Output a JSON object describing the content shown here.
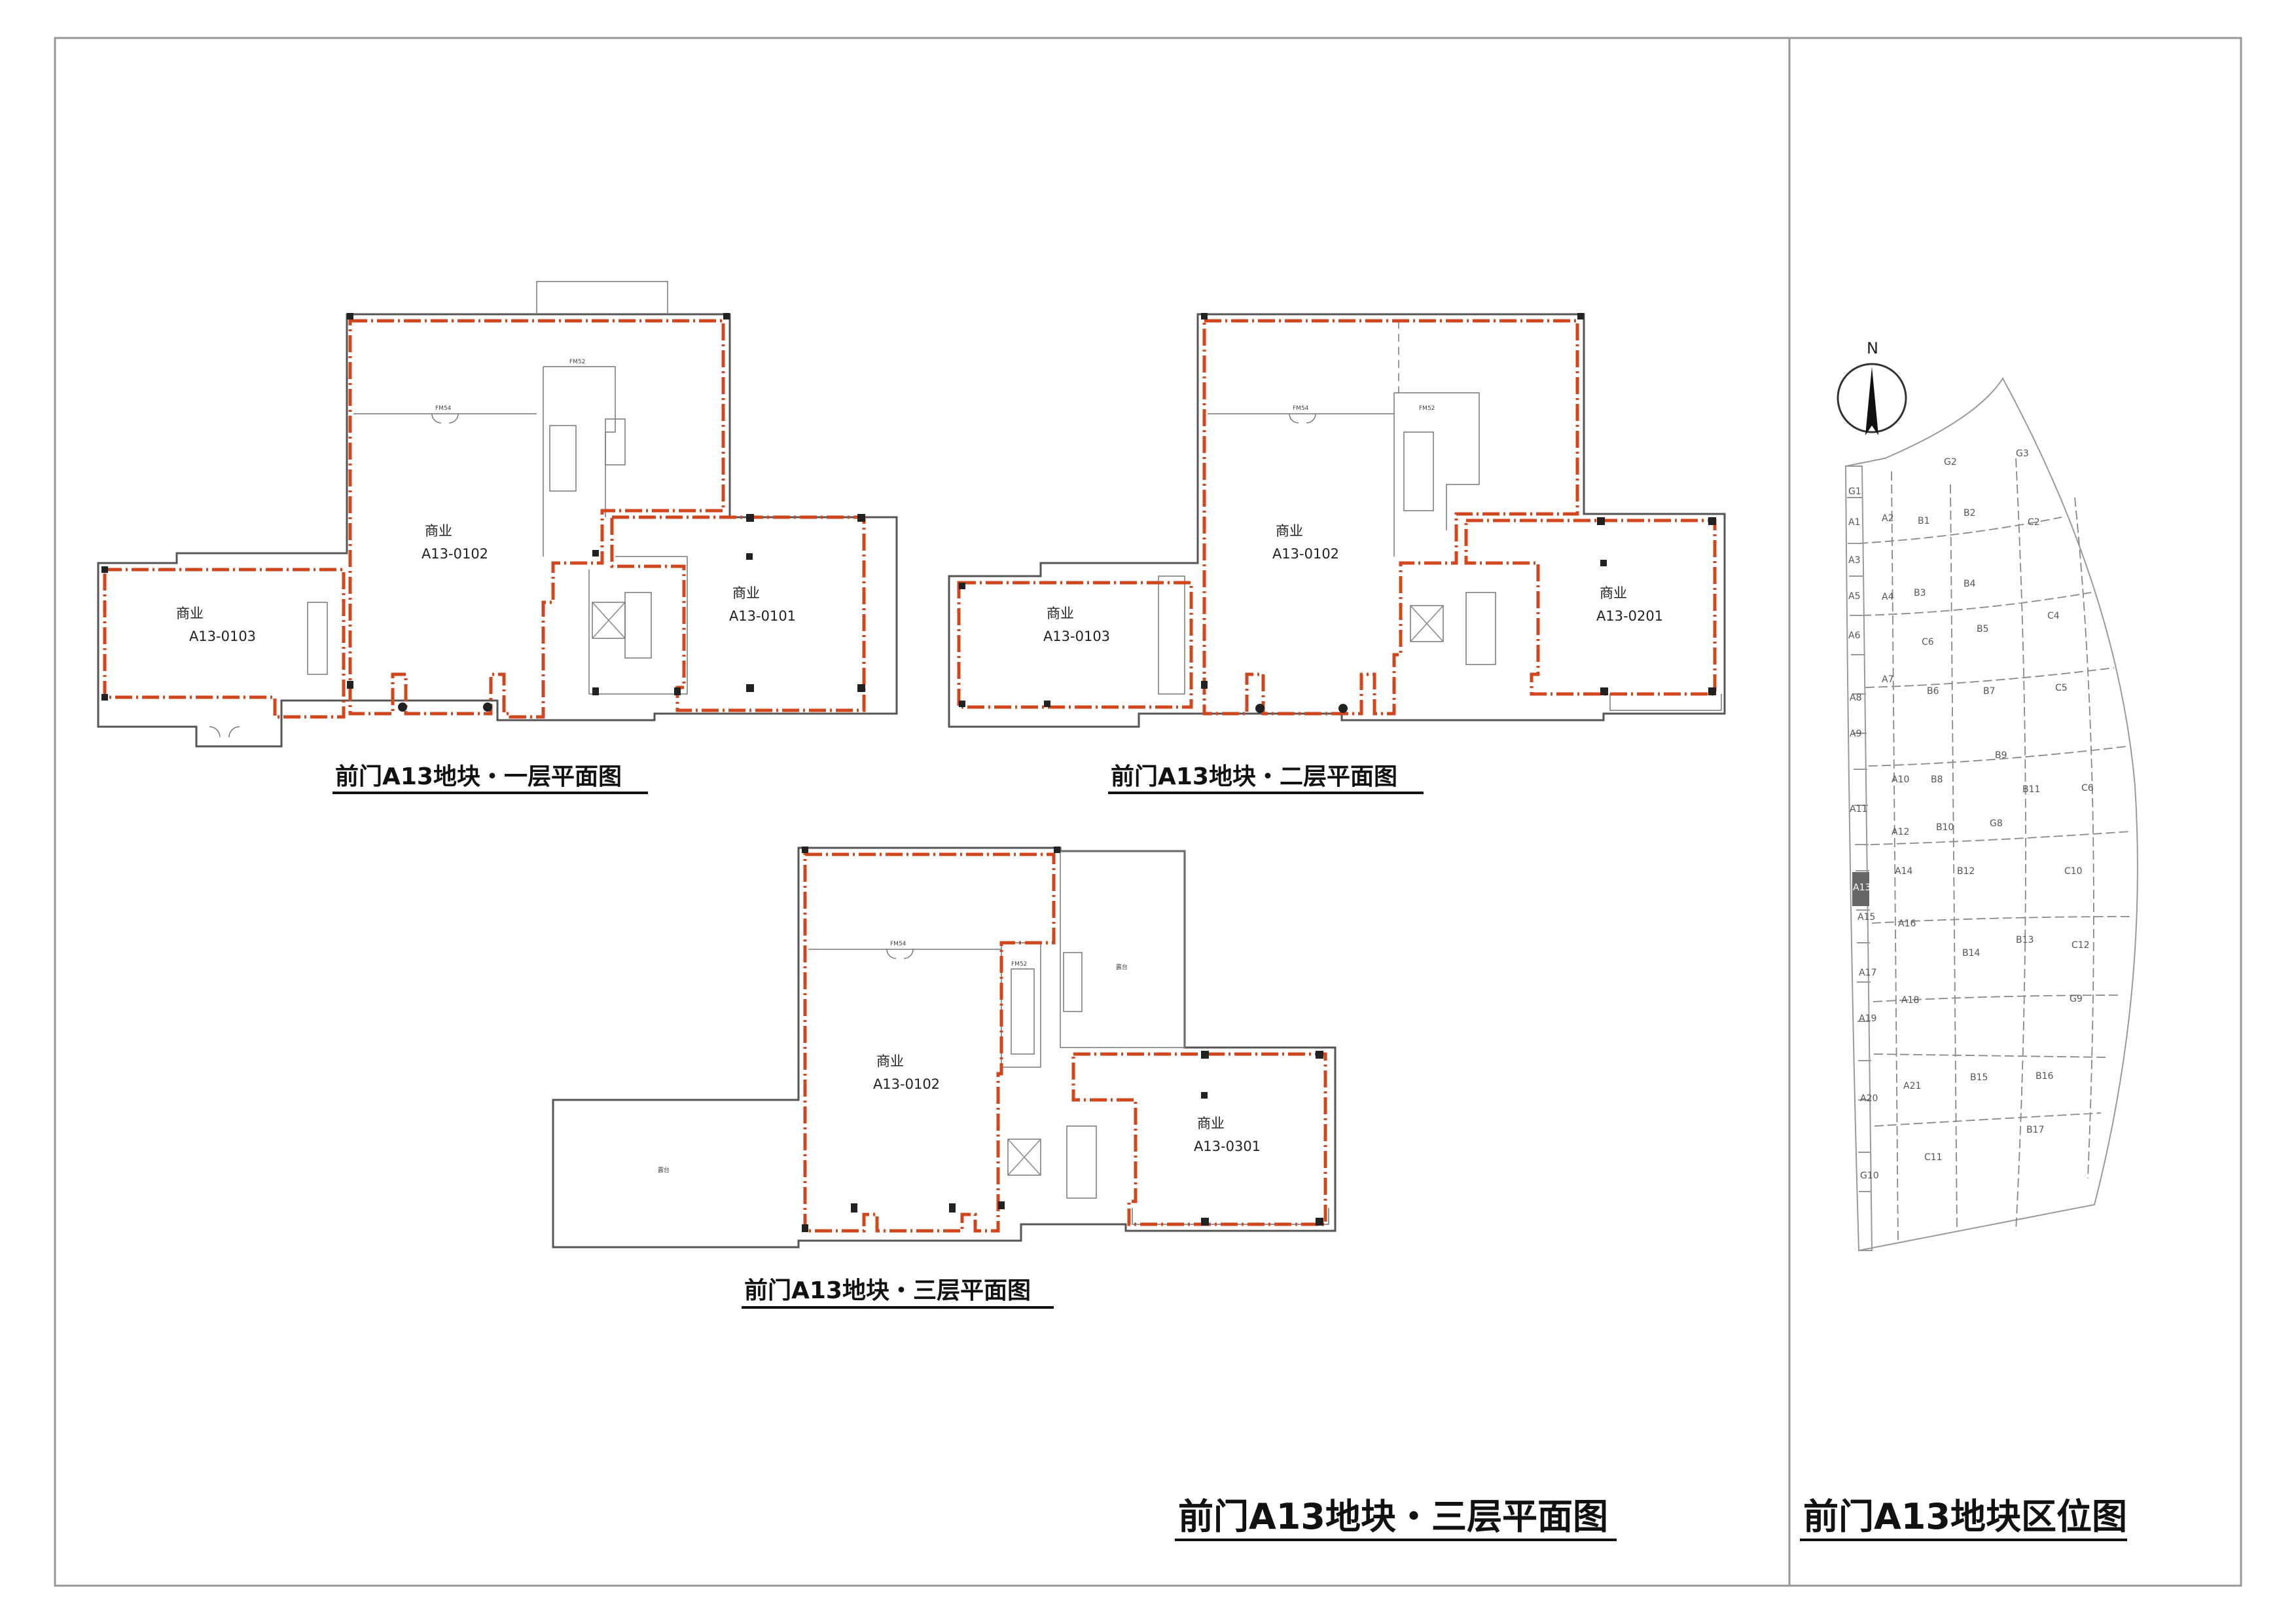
{
  "plans": [
    {
      "title": "前门A13地块・一层平面图",
      "units": [
        {
          "type": "商业",
          "code": "A13-0103"
        },
        {
          "type": "商业",
          "code": "A13-0102"
        },
        {
          "type": "商业",
          "code": "A13-0101"
        }
      ],
      "door_tags": [
        "FM54",
        "FM52"
      ]
    },
    {
      "title": "前门A13地块・二层平面图",
      "units": [
        {
          "type": "商业",
          "code": "A13-0103"
        },
        {
          "type": "商业",
          "code": "A13-0102"
        },
        {
          "type": "商业",
          "code": "A13-0201"
        }
      ],
      "door_tags": [
        "FM54",
        "FM52"
      ]
    },
    {
      "title": "前门A13地块・三层平面图",
      "units": [
        {
          "type": "商业",
          "code": "A13-0102"
        },
        {
          "type": "商业",
          "code": "A13-0301"
        }
      ],
      "door_tags": [
        "FM54",
        "FM52"
      ],
      "terraces": [
        "露台",
        "露台"
      ]
    }
  ],
  "main_title": "前门A13地块・三层平面图",
  "location_map": {
    "title": "前门A13地块区位图",
    "north": "N",
    "highlight_plot": "A13",
    "plots": [
      "G1",
      "G2",
      "G3",
      "A1",
      "A2",
      "B1",
      "B2",
      "C2",
      "A3",
      "A4",
      "B3",
      "B4",
      "C4",
      "A5",
      "B5",
      "C6",
      "A6",
      "A7",
      "B6",
      "B7",
      "C5",
      "A8",
      "A9",
      "B9",
      "A10",
      "B8",
      "B11",
      "C6",
      "A11",
      "A12",
      "B10",
      "G8",
      "A13",
      "A14",
      "B12",
      "C10",
      "A15",
      "A16",
      "B13",
      "C12",
      "A17",
      "B14",
      "G9",
      "A18",
      "A19",
      "A20",
      "A21",
      "B15",
      "B16",
      "G10",
      "C11",
      "B17"
    ]
  },
  "colors": {
    "boundary": "#d2461e",
    "wall": "#555555",
    "frame": "#888888"
  }
}
